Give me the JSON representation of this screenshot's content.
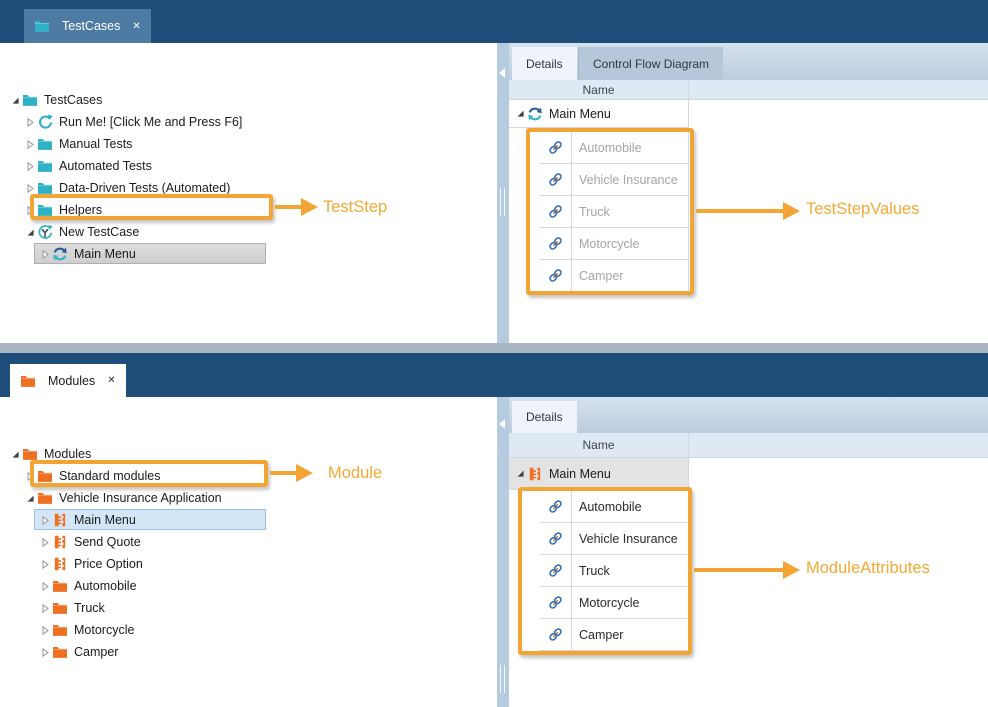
{
  "colors": {
    "titlebar_navy": "#1e4e79",
    "annotation_orange": "#f2a435",
    "teal_icon": "#2fb2c5",
    "orange_icon": "#ee7123",
    "link_blue": "#2f6fb4"
  },
  "top": {
    "tab": {
      "label": "TestCases",
      "close": "✕"
    },
    "tree": [
      {
        "label": "TestCases",
        "level": 0,
        "icon": "teal-folder",
        "expander": "expanded"
      },
      {
        "label": "Run Me! [Click Me and Press F6]",
        "level": 1,
        "icon": "run",
        "expander": "collapsed"
      },
      {
        "label": "Manual Tests",
        "level": 1,
        "icon": "teal-folder",
        "expander": "collapsed"
      },
      {
        "label": "Automated Tests",
        "level": 1,
        "icon": "teal-folder",
        "expander": "collapsed"
      },
      {
        "label": "Data-Driven Tests (Automated)",
        "level": 1,
        "icon": "teal-folder",
        "expander": "collapsed"
      },
      {
        "label": "Helpers",
        "level": 1,
        "icon": "teal-folder",
        "expander": "collapsed"
      },
      {
        "label": "New TestCase",
        "level": 1,
        "icon": "testcase",
        "expander": "expanded"
      },
      {
        "label": "Main Menu",
        "level": 2,
        "icon": "sync",
        "expander": "collapsed",
        "selected": "gray"
      }
    ],
    "tree_annotation": "TestStep",
    "details": {
      "tabs": [
        "Details",
        "Control Flow Diagram"
      ],
      "active_tab": "Details",
      "column_header": "Name",
      "root": {
        "label": "Main Menu",
        "icon": "sync"
      },
      "values": [
        "Automobile",
        "Vehicle Insurance",
        "Truck",
        "Motorcycle",
        "Camper"
      ],
      "annotation": "TestStepValues"
    }
  },
  "bottom": {
    "tab": {
      "label": "Modules",
      "close": "✕"
    },
    "tree": [
      {
        "label": "Modules",
        "level": 0,
        "icon": "orange-folder",
        "expander": "expanded"
      },
      {
        "label": "Standard modules",
        "level": 1,
        "icon": "orange-folder",
        "expander": "collapsed"
      },
      {
        "label": "Vehicle Insurance Application",
        "level": 1,
        "icon": "orange-folder",
        "expander": "expanded"
      },
      {
        "label": "Main Menu",
        "level": 2,
        "icon": "module",
        "expander": "collapsed",
        "selected": "blue"
      },
      {
        "label": "Send Quote",
        "level": 2,
        "icon": "module",
        "expander": "collapsed"
      },
      {
        "label": "Price Option",
        "level": 2,
        "icon": "module",
        "expander": "collapsed"
      },
      {
        "label": "Automobile",
        "level": 2,
        "icon": "orange-folder",
        "expander": "collapsed"
      },
      {
        "label": "Truck",
        "level": 2,
        "icon": "orange-folder",
        "expander": "collapsed"
      },
      {
        "label": "Motorcycle",
        "level": 2,
        "icon": "orange-folder",
        "expander": "collapsed"
      },
      {
        "label": "Camper",
        "level": 2,
        "icon": "orange-folder",
        "expander": "collapsed"
      }
    ],
    "tree_annotation": "Module",
    "details": {
      "tabs": [
        "Details"
      ],
      "active_tab": "Details",
      "column_header": "Name",
      "root": {
        "label": "Main Menu",
        "icon": "module"
      },
      "values": [
        "Automobile",
        "Vehicle Insurance",
        "Truck",
        "Motorcycle",
        "Camper"
      ],
      "annotation": "ModuleAttributes"
    }
  }
}
